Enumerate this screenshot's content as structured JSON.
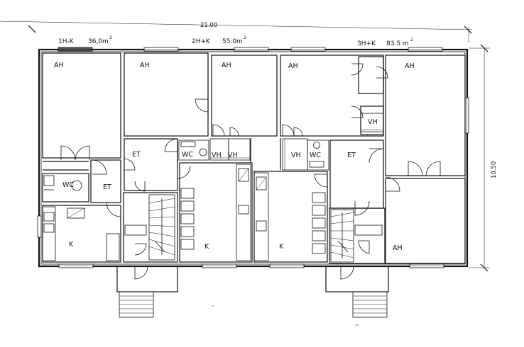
{
  "dimensions": {
    "width": "21.00",
    "height": "10.50"
  },
  "units": [
    {
      "name": "1H-K",
      "area": "36,0m",
      "sup": "2"
    },
    {
      "name": "2H+K",
      "area": "55.0m",
      "sup": "2"
    },
    {
      "name": "3H+K",
      "area": "83.5 m",
      "sup": "2"
    }
  ],
  "rooms": {
    "ah1": "AH",
    "ah2": "AH",
    "ah3": "AH",
    "ah4": "AH",
    "ah5": "AH",
    "ah6": "AH",
    "et1": "ET",
    "et2": "ET",
    "et3": "ET",
    "wc1": "WC",
    "wc2": "WC",
    "wc3": "WC",
    "vh1": "VH",
    "vh2": "VH",
    "vh3": "VH",
    "vh4": "VH",
    "k1": "K",
    "k2": "K",
    "k3": "K"
  }
}
